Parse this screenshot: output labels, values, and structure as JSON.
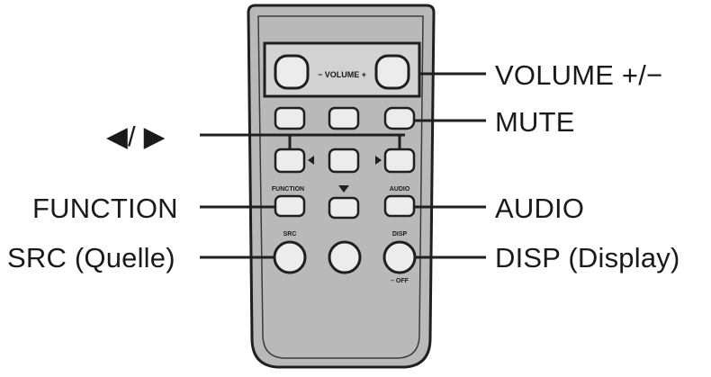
{
  "callouts": {
    "volume": "VOLUME +/−",
    "mute": "MUTE",
    "arrows": "◀/ ▶",
    "function": "FUNCTION",
    "audio": "AUDIO",
    "src": "SRC (Quelle)",
    "disp": "DISP (Display)"
  },
  "remote_text": {
    "volume": "− VOLUME +",
    "function": "FUNCTION",
    "audio": "AUDIO",
    "src": "SRC",
    "disp": "DISP",
    "disp_sub": "– OFF"
  },
  "colors": {
    "remote_body": "#b9b9b9",
    "remote_panel": "#c8c8c8",
    "button_fill": "#ececec",
    "outline": "#1f1f1f",
    "text": "#1a1a1a"
  }
}
